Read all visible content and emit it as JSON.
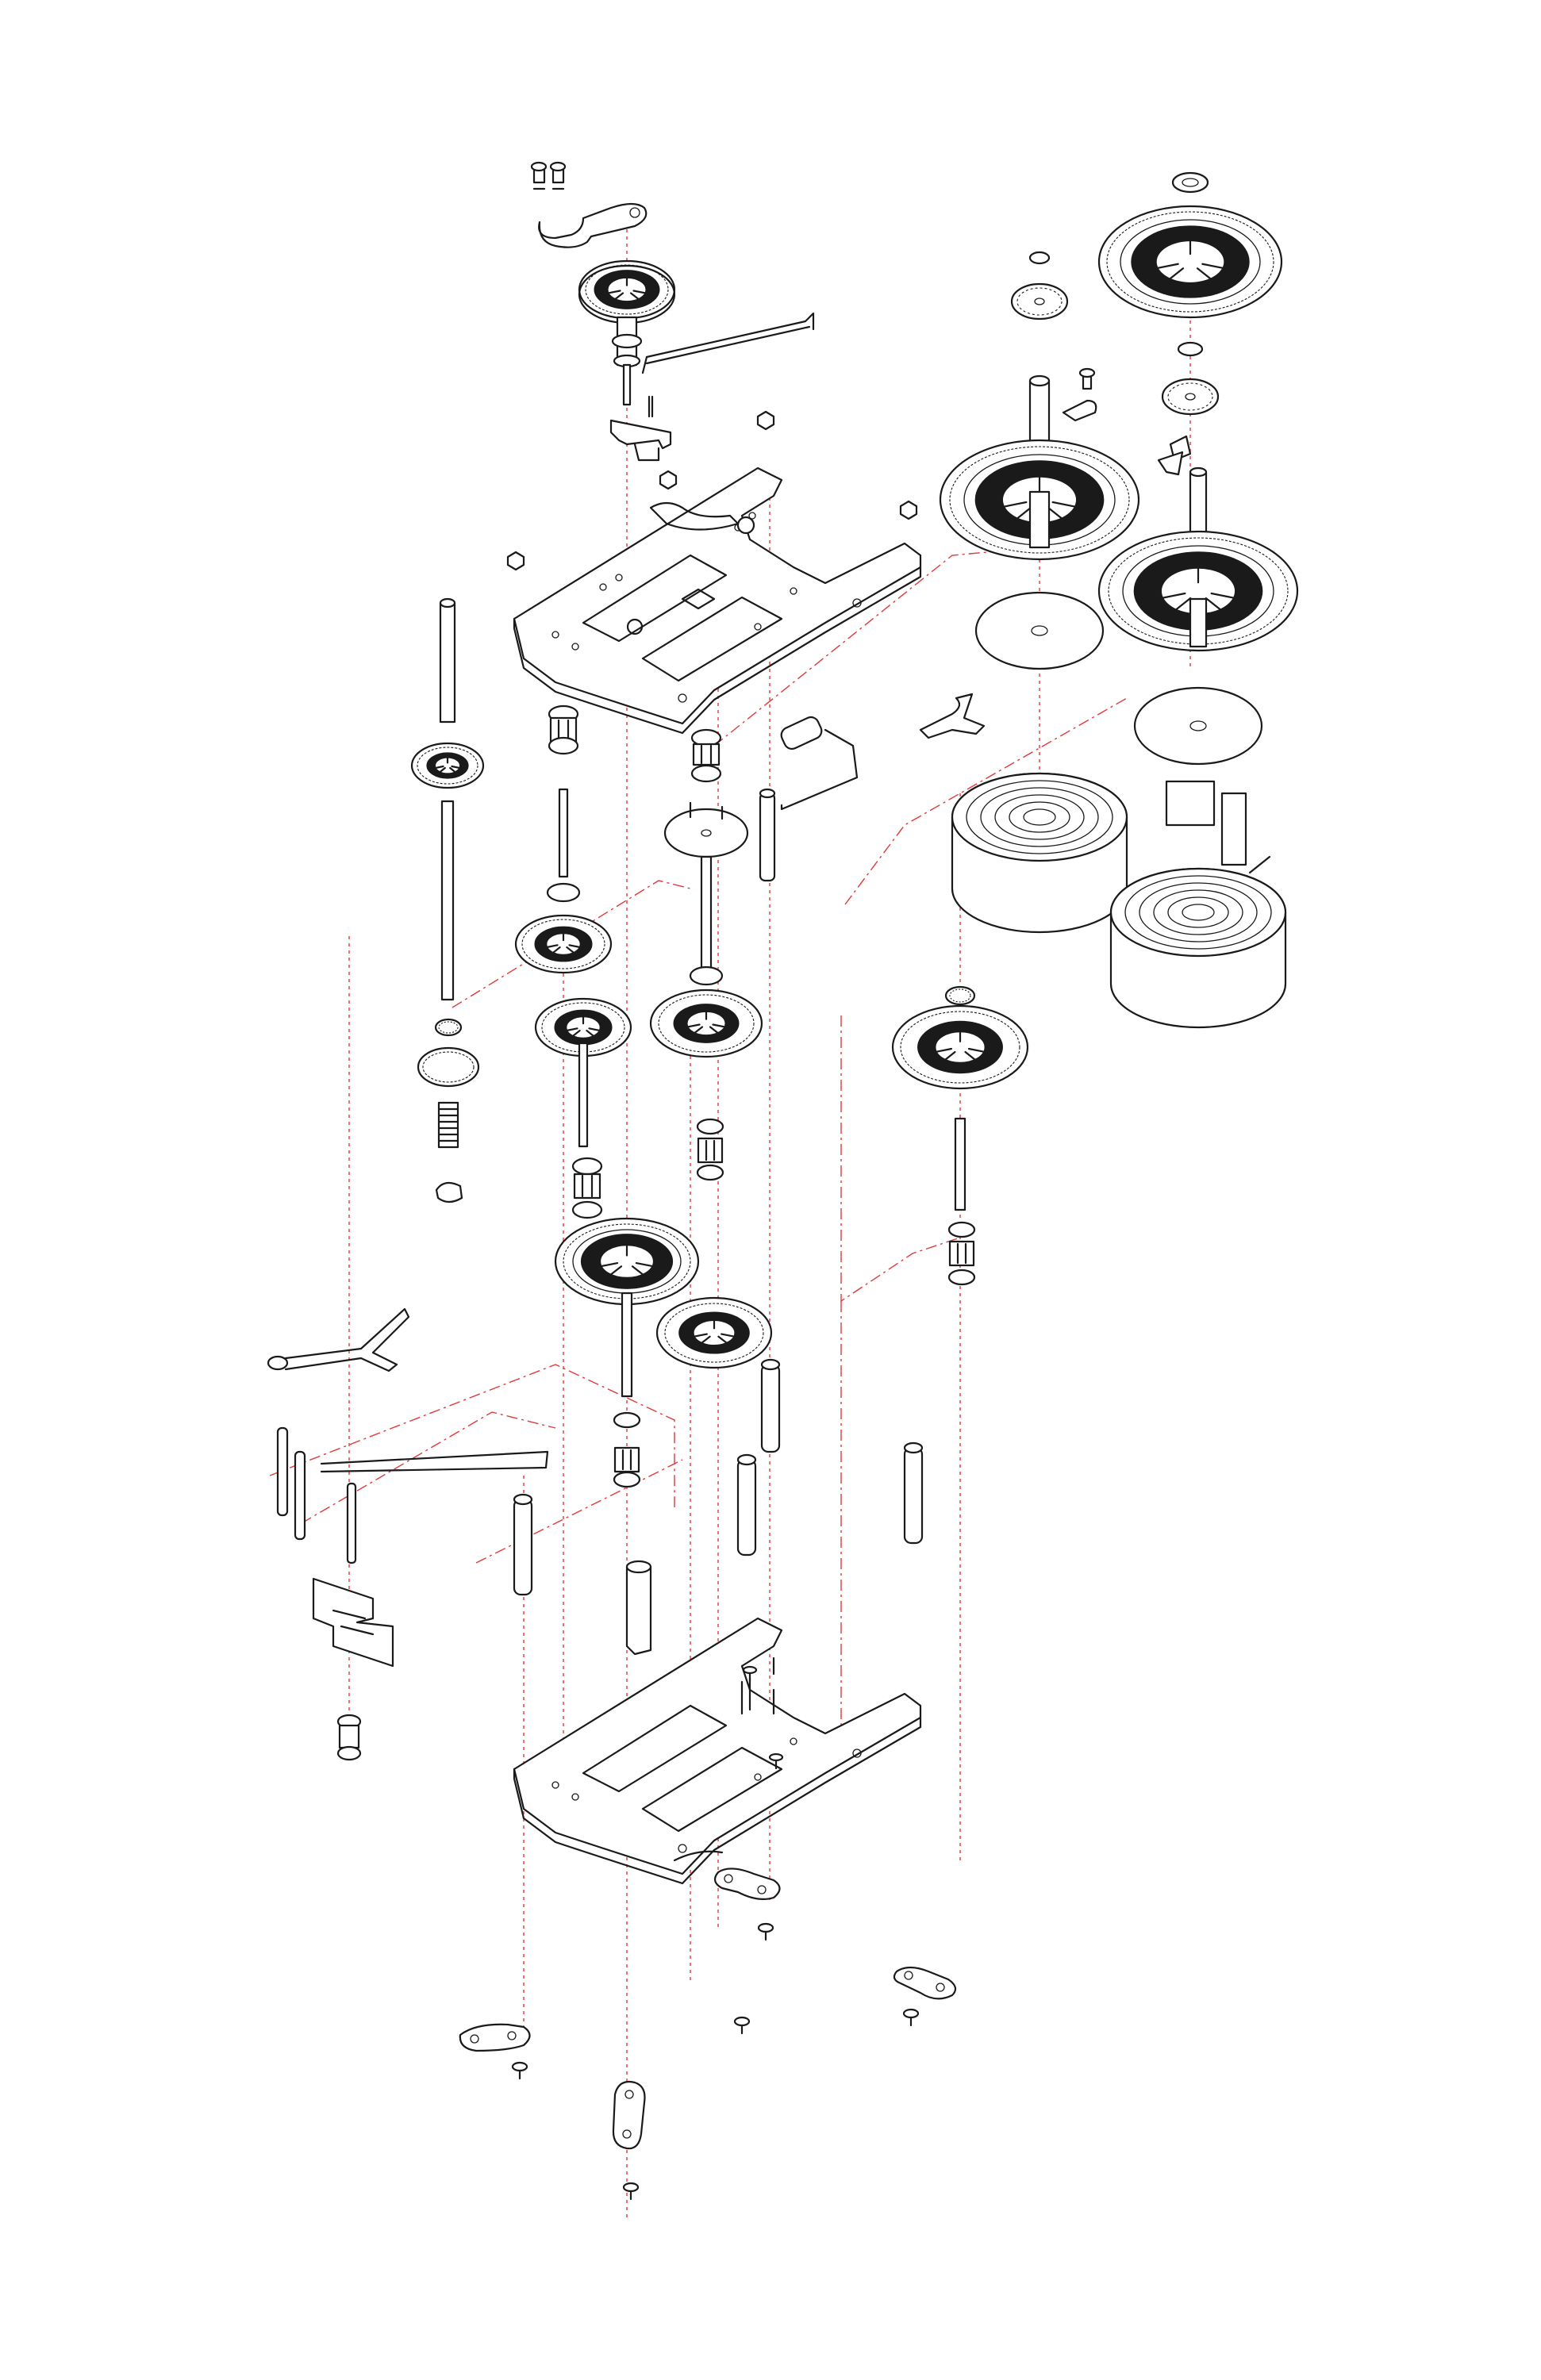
{
  "diagram": {
    "kind": "exploded-axonometric-clockwork",
    "line_color": "#1a1a1a",
    "axis_color": "#e03a3a",
    "background": "#ffffff",
    "components": [
      "top-plate",
      "bottom-plate",
      "mainspring-barrel-1",
      "mainspring-barrel-2",
      "great-wheel-1",
      "great-wheel-2",
      "escape-wheel",
      "pallet-fork",
      "center-wheel",
      "third-wheel",
      "fourth-wheel",
      "pillar",
      "bridge",
      "screw"
    ]
  }
}
